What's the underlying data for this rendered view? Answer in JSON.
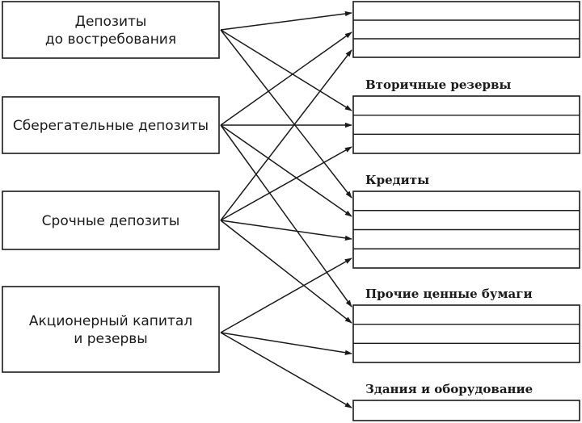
{
  "sources": [
    {
      "id": "demand",
      "lines": [
        "Депозиты",
        "до востребования"
      ]
    },
    {
      "id": "savings",
      "lines": [
        "Сберегательные депозиты"
      ]
    },
    {
      "id": "time",
      "lines": [
        "Срочные депозиты"
      ]
    },
    {
      "id": "equity",
      "lines": [
        "Акционерный капитал",
        "и резервы"
      ]
    }
  ],
  "targets": [
    {
      "id": "primary_reserves",
      "label": "",
      "rows": 3
    },
    {
      "id": "secondary_reserves",
      "label": "Вторичные резервы",
      "rows": 3
    },
    {
      "id": "loans",
      "label": "Кредиты",
      "rows": 4
    },
    {
      "id": "other_securities",
      "label": "Прочие ценные бумаги",
      "rows": 3
    },
    {
      "id": "buildings",
      "label": "Здания и оборудование",
      "rows": 1
    }
  ],
  "arrows": [
    {
      "from": "demand",
      "to": "primary_reserves"
    },
    {
      "from": "demand",
      "to": "secondary_reserves"
    },
    {
      "from": "demand",
      "to": "loans"
    },
    {
      "from": "savings",
      "to": "primary_reserves"
    },
    {
      "from": "savings",
      "to": "secondary_reserves"
    },
    {
      "from": "savings",
      "to": "loans"
    },
    {
      "from": "savings",
      "to": "other_securities"
    },
    {
      "from": "time",
      "to": "primary_reserves"
    },
    {
      "from": "time",
      "to": "secondary_reserves"
    },
    {
      "from": "time",
      "to": "loans"
    },
    {
      "from": "time",
      "to": "other_securities"
    },
    {
      "from": "equity",
      "to": "loans"
    },
    {
      "from": "equity",
      "to": "other_securities"
    },
    {
      "from": "equity",
      "to": "buildings"
    }
  ]
}
